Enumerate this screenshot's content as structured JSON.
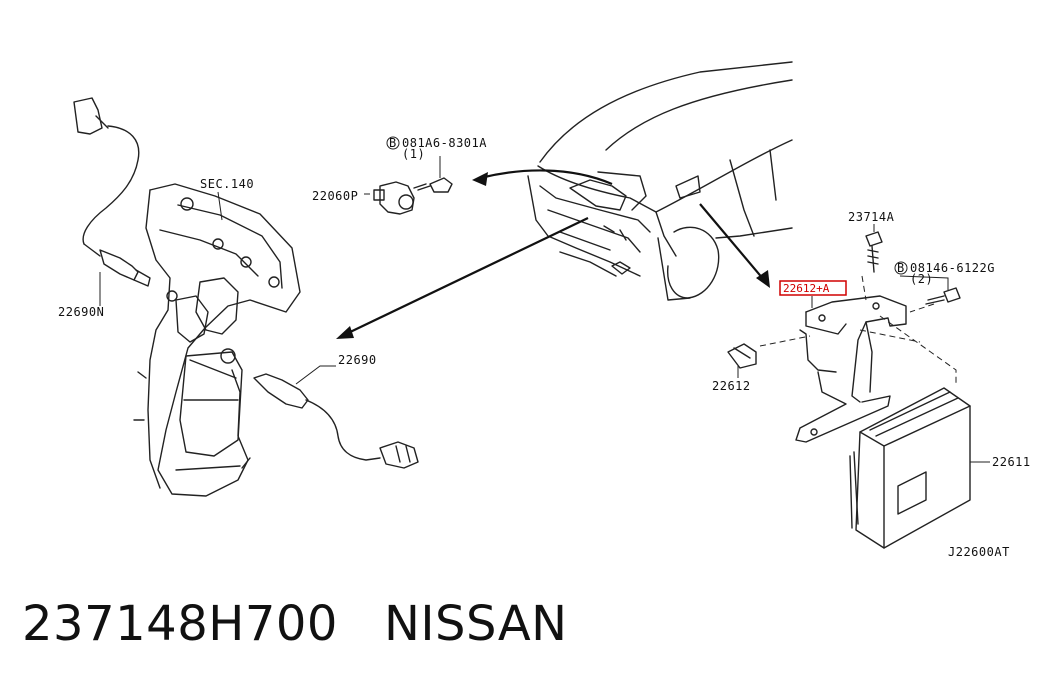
{
  "labels": {
    "sec": "SEC.140",
    "sensor_upper_left": "22690N",
    "sensor_lower": "22690",
    "knock_sensor": "22060P",
    "bolt_top_code": "081A6-8301A",
    "bolt_top_qty": "(1)",
    "bolt_top_symbol": "B",
    "bracket_highlight": "22612+A",
    "bolt_right_code": "08146-6122G",
    "bolt_right_qty": "(2)",
    "bolt_right_symbol": "B",
    "screw": "23714A",
    "bracket_small": "22612",
    "ecu": "22611",
    "diagram_code": "J22600AT"
  },
  "footer": {
    "part_number": "237148H700",
    "brand": "NISSAN"
  },
  "colors": {
    "highlight": "#d00000",
    "line": "#222222"
  }
}
